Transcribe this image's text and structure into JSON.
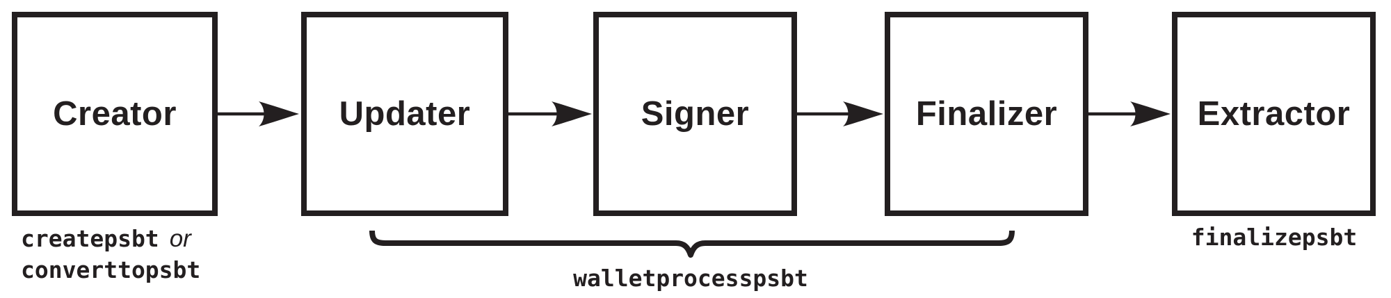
{
  "diagram": {
    "nodes": [
      {
        "id": "creator",
        "label": "Creator"
      },
      {
        "id": "updater",
        "label": "Updater"
      },
      {
        "id": "signer",
        "label": "Signer"
      },
      {
        "id": "finalizer",
        "label": "Finalizer"
      },
      {
        "id": "extractor",
        "label": "Extractor"
      }
    ],
    "edges": [
      {
        "from": "Creator",
        "to": "Updater"
      },
      {
        "from": "Updater",
        "to": "Signer"
      },
      {
        "from": "Signer",
        "to": "Finalizer"
      },
      {
        "from": "Finalizer",
        "to": "Extractor"
      }
    ],
    "captions": {
      "creator_line1_code": "createpsbt",
      "creator_conjunction": "or",
      "creator_line2_code": "converttopsbt",
      "brace_label": "walletprocesspsbt",
      "brace_covers": [
        "Updater",
        "Signer",
        "Finalizer"
      ],
      "extractor_label": "finalizepsbt"
    },
    "colors": {
      "ink": "#231f20",
      "background": "#ffffff"
    }
  }
}
